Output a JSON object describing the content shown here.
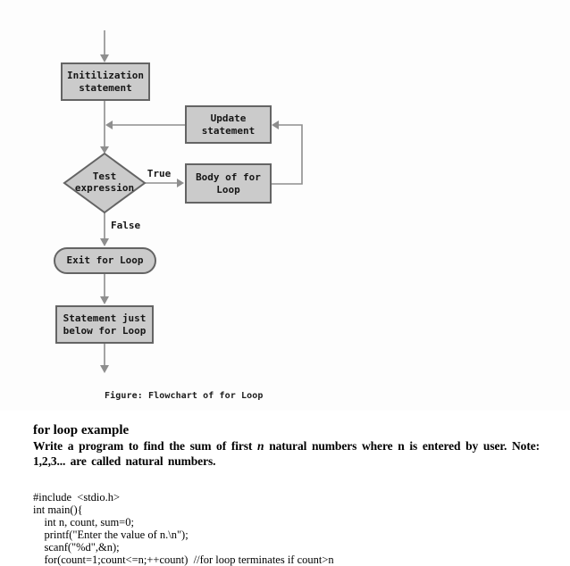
{
  "flowchart": {
    "nodes": {
      "init": "Initilization\nstatement",
      "update": "Update\nstatement",
      "test": "Test\nexpression",
      "body": "Body of for\nLoop",
      "exit": "Exit for Loop",
      "below": "Statement just\nbelow for Loop"
    },
    "edge_labels": {
      "true_label": "True",
      "false_label": "False"
    },
    "caption": "Figure: Flowchart of for Loop",
    "colors": {
      "node_fill": "#cbcbcb",
      "node_border": "#646464",
      "arrow": "#8e8e8e"
    }
  },
  "content": {
    "heading": "for loop example",
    "paragraph": {
      "part1": "Write a program to find the sum of first ",
      "italic_n": "n",
      "part2": " natural numbers where n is entered by user. Note: 1,2,3... are called natural numbers."
    },
    "code_lines": [
      "#include  <stdio.h>",
      "int main(){",
      "    int n, count, sum=0;",
      "    printf(\"Enter the value of n.\\n\");",
      "    scanf(\"%d\",&n);",
      "    for(count=1;count<=n;++count)  //for loop terminates if count>n"
    ]
  }
}
